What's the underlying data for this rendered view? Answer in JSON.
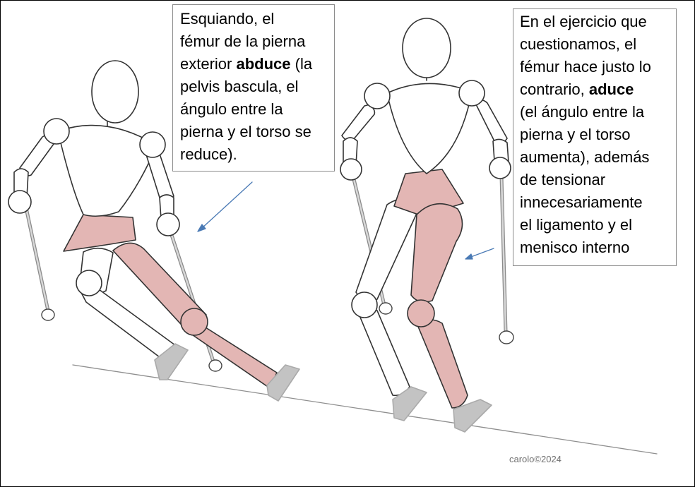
{
  "colors": {
    "pink_fill": "#e3b6b4",
    "outline": "#333333",
    "boot": "#c3c3c3",
    "pole": "#b9b9b9",
    "arrow": "#4a7ab5",
    "slope": "#8f8f8f"
  },
  "left_note": {
    "l1": "Esquiando, el",
    "l2": "fémur de la pierna",
    "l3_pre": "exterior ",
    "l3_bold": "abduce",
    "l3_post": " (la",
    "l4": "pelvis bascula, el",
    "l5": "ángulo entre la",
    "l6": "pierna y el torso se",
    "l7": "reduce)."
  },
  "right_note": {
    "l1": "En el ejercicio que",
    "l2": "cuestionamos, el",
    "l3": "fémur hace justo lo",
    "l4_pre": "contrario, ",
    "l4_bold": "aduce",
    "l5": "(el ángulo entre la",
    "l6": "pierna y el torso",
    "l7": "aumenta), además",
    "l8": "de tensionar",
    "l9": "innecesariamente",
    "l10": "el ligamento y el",
    "l11": "menisco interno"
  },
  "credit": "carolo©2024"
}
